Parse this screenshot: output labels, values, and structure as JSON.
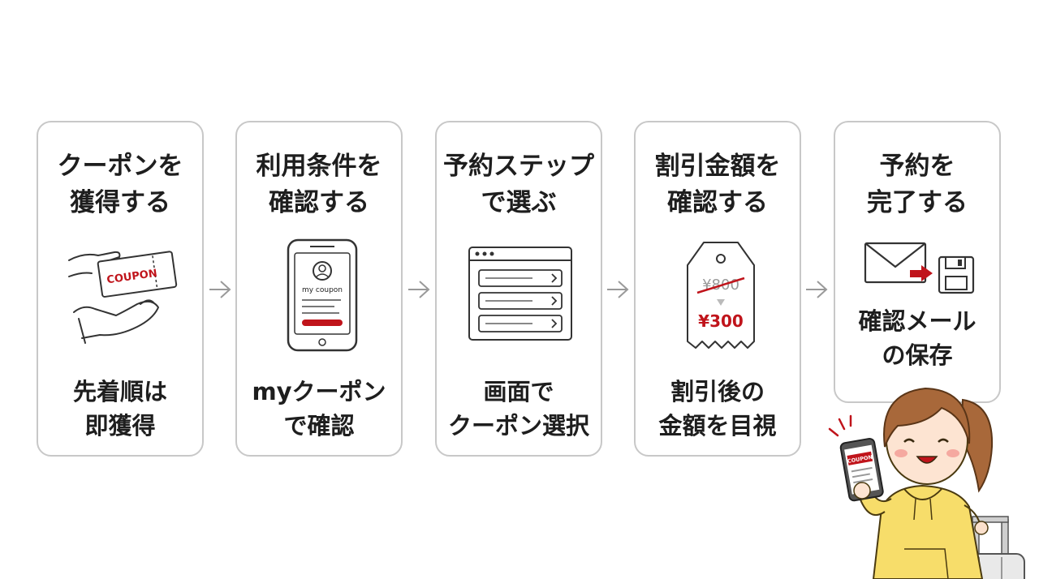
{
  "steps": [
    {
      "title_lines": [
        "クーポンを",
        "獲得する"
      ],
      "caption_lines": [
        "先着順は",
        "即獲得"
      ]
    },
    {
      "title_lines": [
        "利用条件を",
        "確認する"
      ],
      "caption_lines": [
        "myクーポン",
        "で確認"
      ]
    },
    {
      "title_lines": [
        "予約ステップ",
        "で選ぶ"
      ],
      "caption_lines": [
        "画面で",
        "クーポン選択"
      ]
    },
    {
      "title_lines": [
        "割引金額を",
        "確認する"
      ],
      "caption_lines": [
        "割引後の",
        "金額を目視"
      ]
    },
    {
      "title_lines": [
        "予約を",
        "完了する"
      ],
      "caption_lines": [
        "確認メール",
        "の保存"
      ]
    }
  ],
  "illustrations": {
    "coupon_ticket_label": "COUPON",
    "phone_screen_label": "my coupon",
    "price_tag_old": "¥800",
    "price_tag_new": "¥300",
    "character_phone_label": "COUPON"
  },
  "colors": {
    "accent_red": "#c0141b",
    "card_border": "#c8c8c8",
    "character_hoodie": "#f7dd6a"
  }
}
